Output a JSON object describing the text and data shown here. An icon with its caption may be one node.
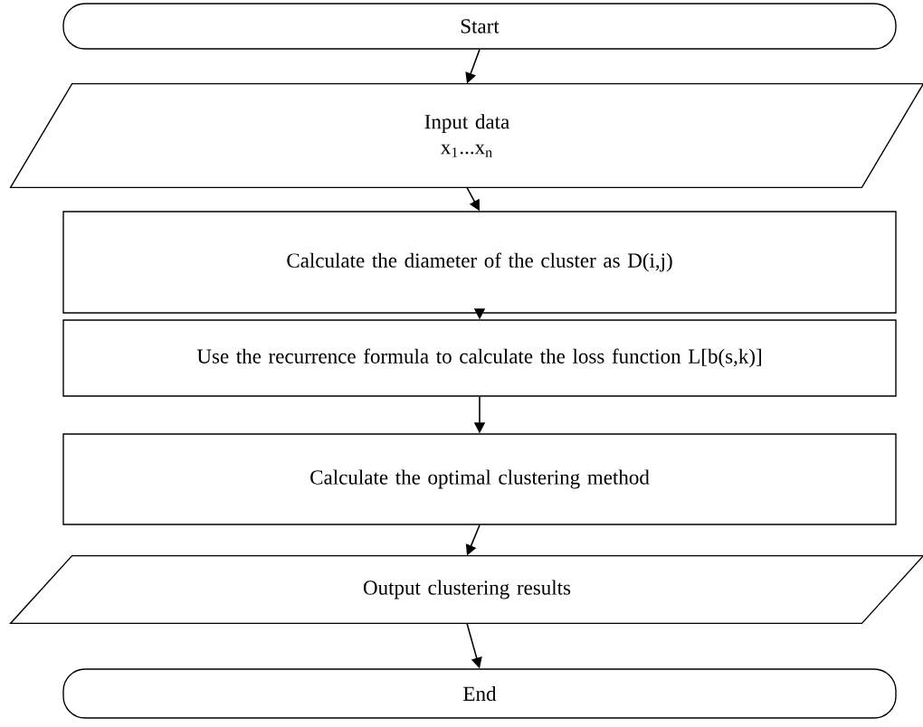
{
  "diagram": {
    "nodes": [
      {
        "text": [
          "Start"
        ]
      },
      {
        "text": [
          "Input data",
          "x$_{1}$...x$_{n}$"
        ]
      },
      {
        "text": [
          "Calculate the diameter of the cluster as D(i,j)"
        ]
      },
      {
        "text": [
          "Use the recurrence formula to calculate the loss function L[b(s,k)]"
        ]
      },
      {
        "text": [
          "Calculate the optimal clustering method"
        ]
      },
      {
        "text": [
          "Output clustering results"
        ]
      },
      {
        "text": [
          "End"
        ]
      }
    ],
    "edges": [
      {
        "from": 0,
        "to": 1,
        "arrow": "to"
      },
      {
        "from": 1,
        "to": 2,
        "arrow": "to"
      },
      {
        "from": 2,
        "to": 3,
        "arrow": "to"
      },
      {
        "from": 3,
        "to": 4,
        "arrow": "to"
      },
      {
        "from": 4,
        "to": 5,
        "arrow": "to"
      },
      {
        "from": 5,
        "to": 6,
        "arrow": "to"
      }
    ]
  }
}
